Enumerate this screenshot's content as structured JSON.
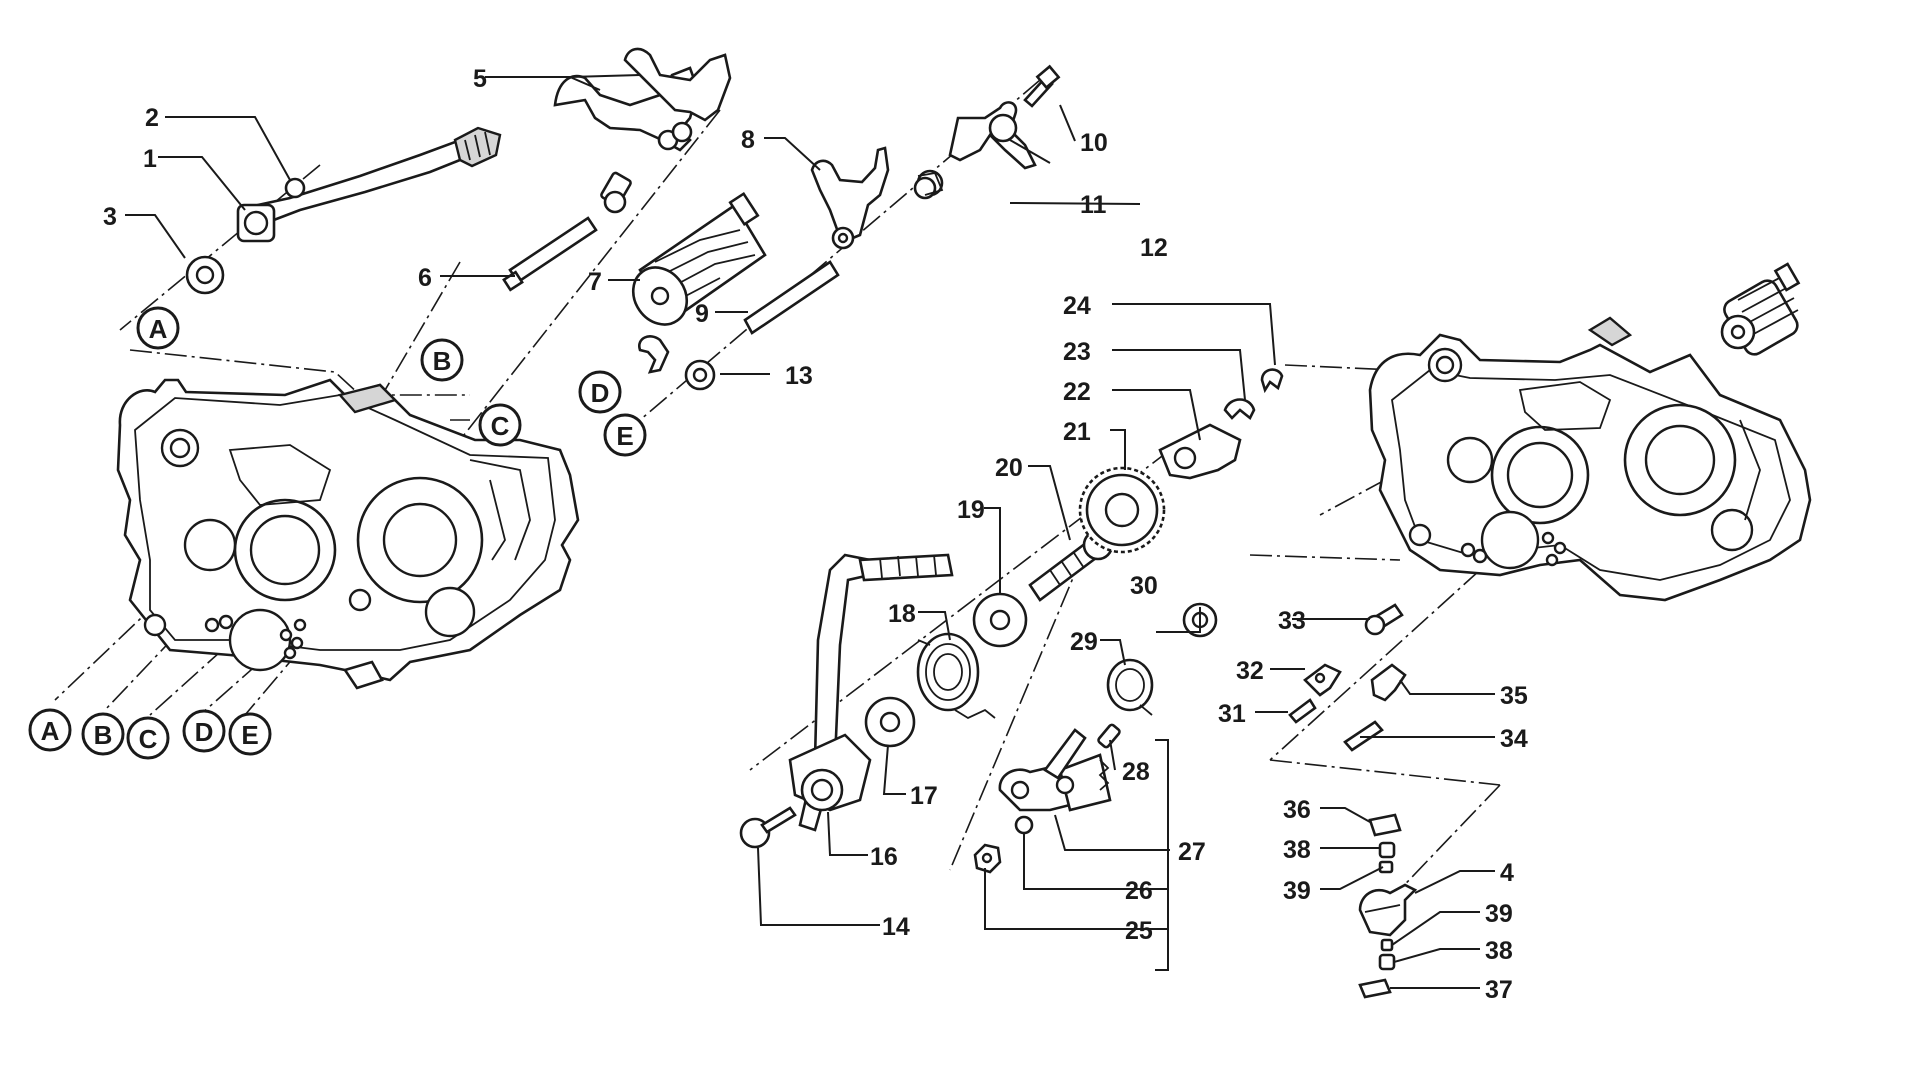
{
  "callouts": {
    "c1": "1",
    "c2": "2",
    "c3": "3",
    "c4": "4",
    "c5": "5",
    "c6": "6",
    "c7": "7",
    "c8": "8",
    "c9": "9",
    "c10": "10",
    "c11": "11",
    "c12": "12",
    "c13": "13",
    "c14": "14",
    "c16": "16",
    "c17": "17",
    "c18": "18",
    "c19": "19",
    "c20": "20",
    "c21": "21",
    "c22": "22",
    "c23": "23",
    "c24": "24",
    "c25": "25",
    "c26": "26",
    "c27": "27",
    "c28": "28",
    "c29": "29",
    "c30": "30",
    "c31": "31",
    "c32": "32",
    "c33": "33",
    "c34": "34",
    "c35": "35",
    "c36": "36",
    "c37": "37",
    "c38a": "38",
    "c38b": "38",
    "c39a": "39",
    "c39b": "39"
  },
  "markers": {
    "A": "A",
    "B": "B",
    "C": "C",
    "D": "D",
    "E": "E"
  }
}
